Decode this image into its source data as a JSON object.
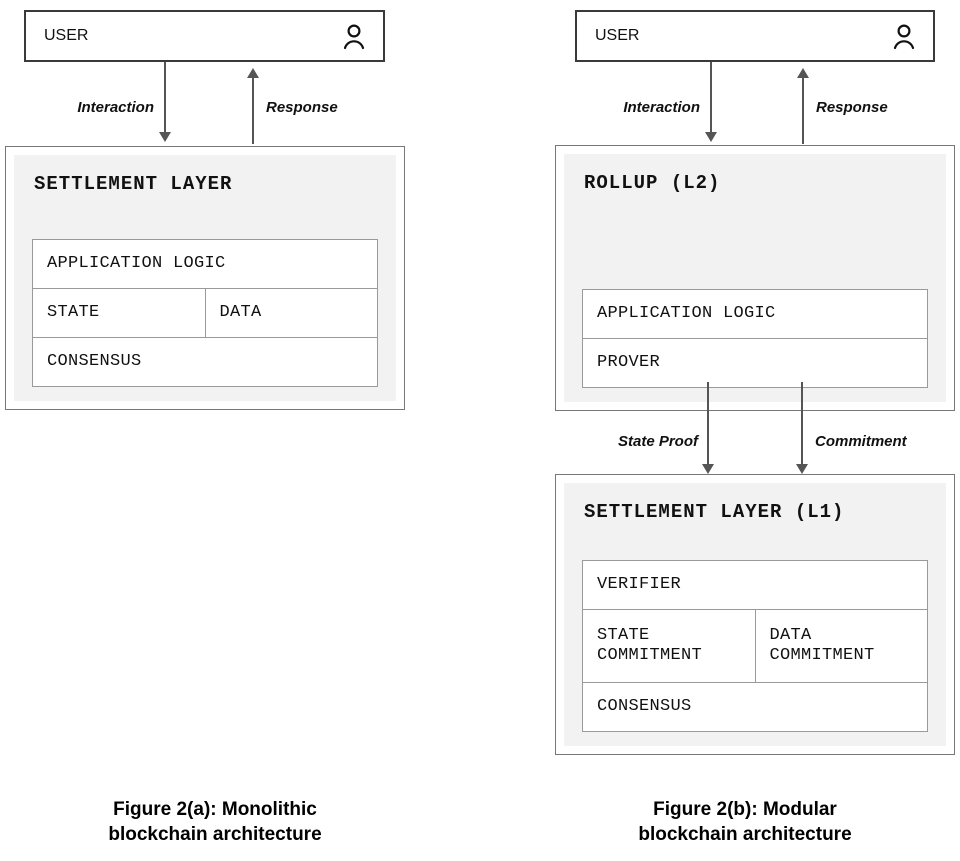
{
  "figure": {
    "panels": [
      {
        "id": "monolithic",
        "user": {
          "label": "USER",
          "icon": "user-person-icon"
        },
        "edges": [
          {
            "name": "interaction",
            "label": "Interaction",
            "direction": "down"
          },
          {
            "name": "response",
            "label": "Response",
            "direction": "up"
          }
        ],
        "layer": {
          "title": "SETTLEMENT LAYER",
          "rows": [
            {
              "cells": [
                "APPLICATION LOGIC"
              ]
            },
            {
              "cells": [
                "STATE",
                "DATA"
              ]
            },
            {
              "cells": [
                "CONSENSUS"
              ]
            }
          ]
        },
        "caption": "Figure 2(a): Monolithic\nblockchain architecture"
      },
      {
        "id": "modular",
        "user": {
          "label": "USER",
          "icon": "user-person-icon"
        },
        "edges": [
          {
            "name": "interaction",
            "label": "Interaction",
            "direction": "down"
          },
          {
            "name": "response",
            "label": "Response",
            "direction": "up"
          }
        ],
        "layer_top": {
          "title": "ROLLUP (L2)",
          "rows": [
            {
              "cells": [
                "APPLICATION LOGIC"
              ]
            },
            {
              "cells": [
                "PROVER"
              ]
            }
          ]
        },
        "mid_edges": [
          {
            "name": "state-proof",
            "label": "State Proof",
            "direction": "down"
          },
          {
            "name": "commitment",
            "label": "Commitment",
            "direction": "down"
          }
        ],
        "layer_bottom": {
          "title": "SETTLEMENT LAYER (L1)",
          "rows": [
            {
              "cells": [
                "VERIFIER"
              ]
            },
            {
              "cells": [
                "STATE\nCOMMITMENT",
                "DATA\nCOMMITMENT"
              ]
            },
            {
              "cells": [
                "CONSENSUS"
              ]
            }
          ]
        },
        "caption": "Figure 2(b): Modular\nblockchain architecture"
      }
    ]
  },
  "colors": {
    "panel_fill": "#f2f2f2",
    "box_border": "#777777",
    "user_border": "#3a3a3a",
    "cell_border": "#9a9a9a",
    "arrow": "#555555",
    "text": "#111111"
  }
}
